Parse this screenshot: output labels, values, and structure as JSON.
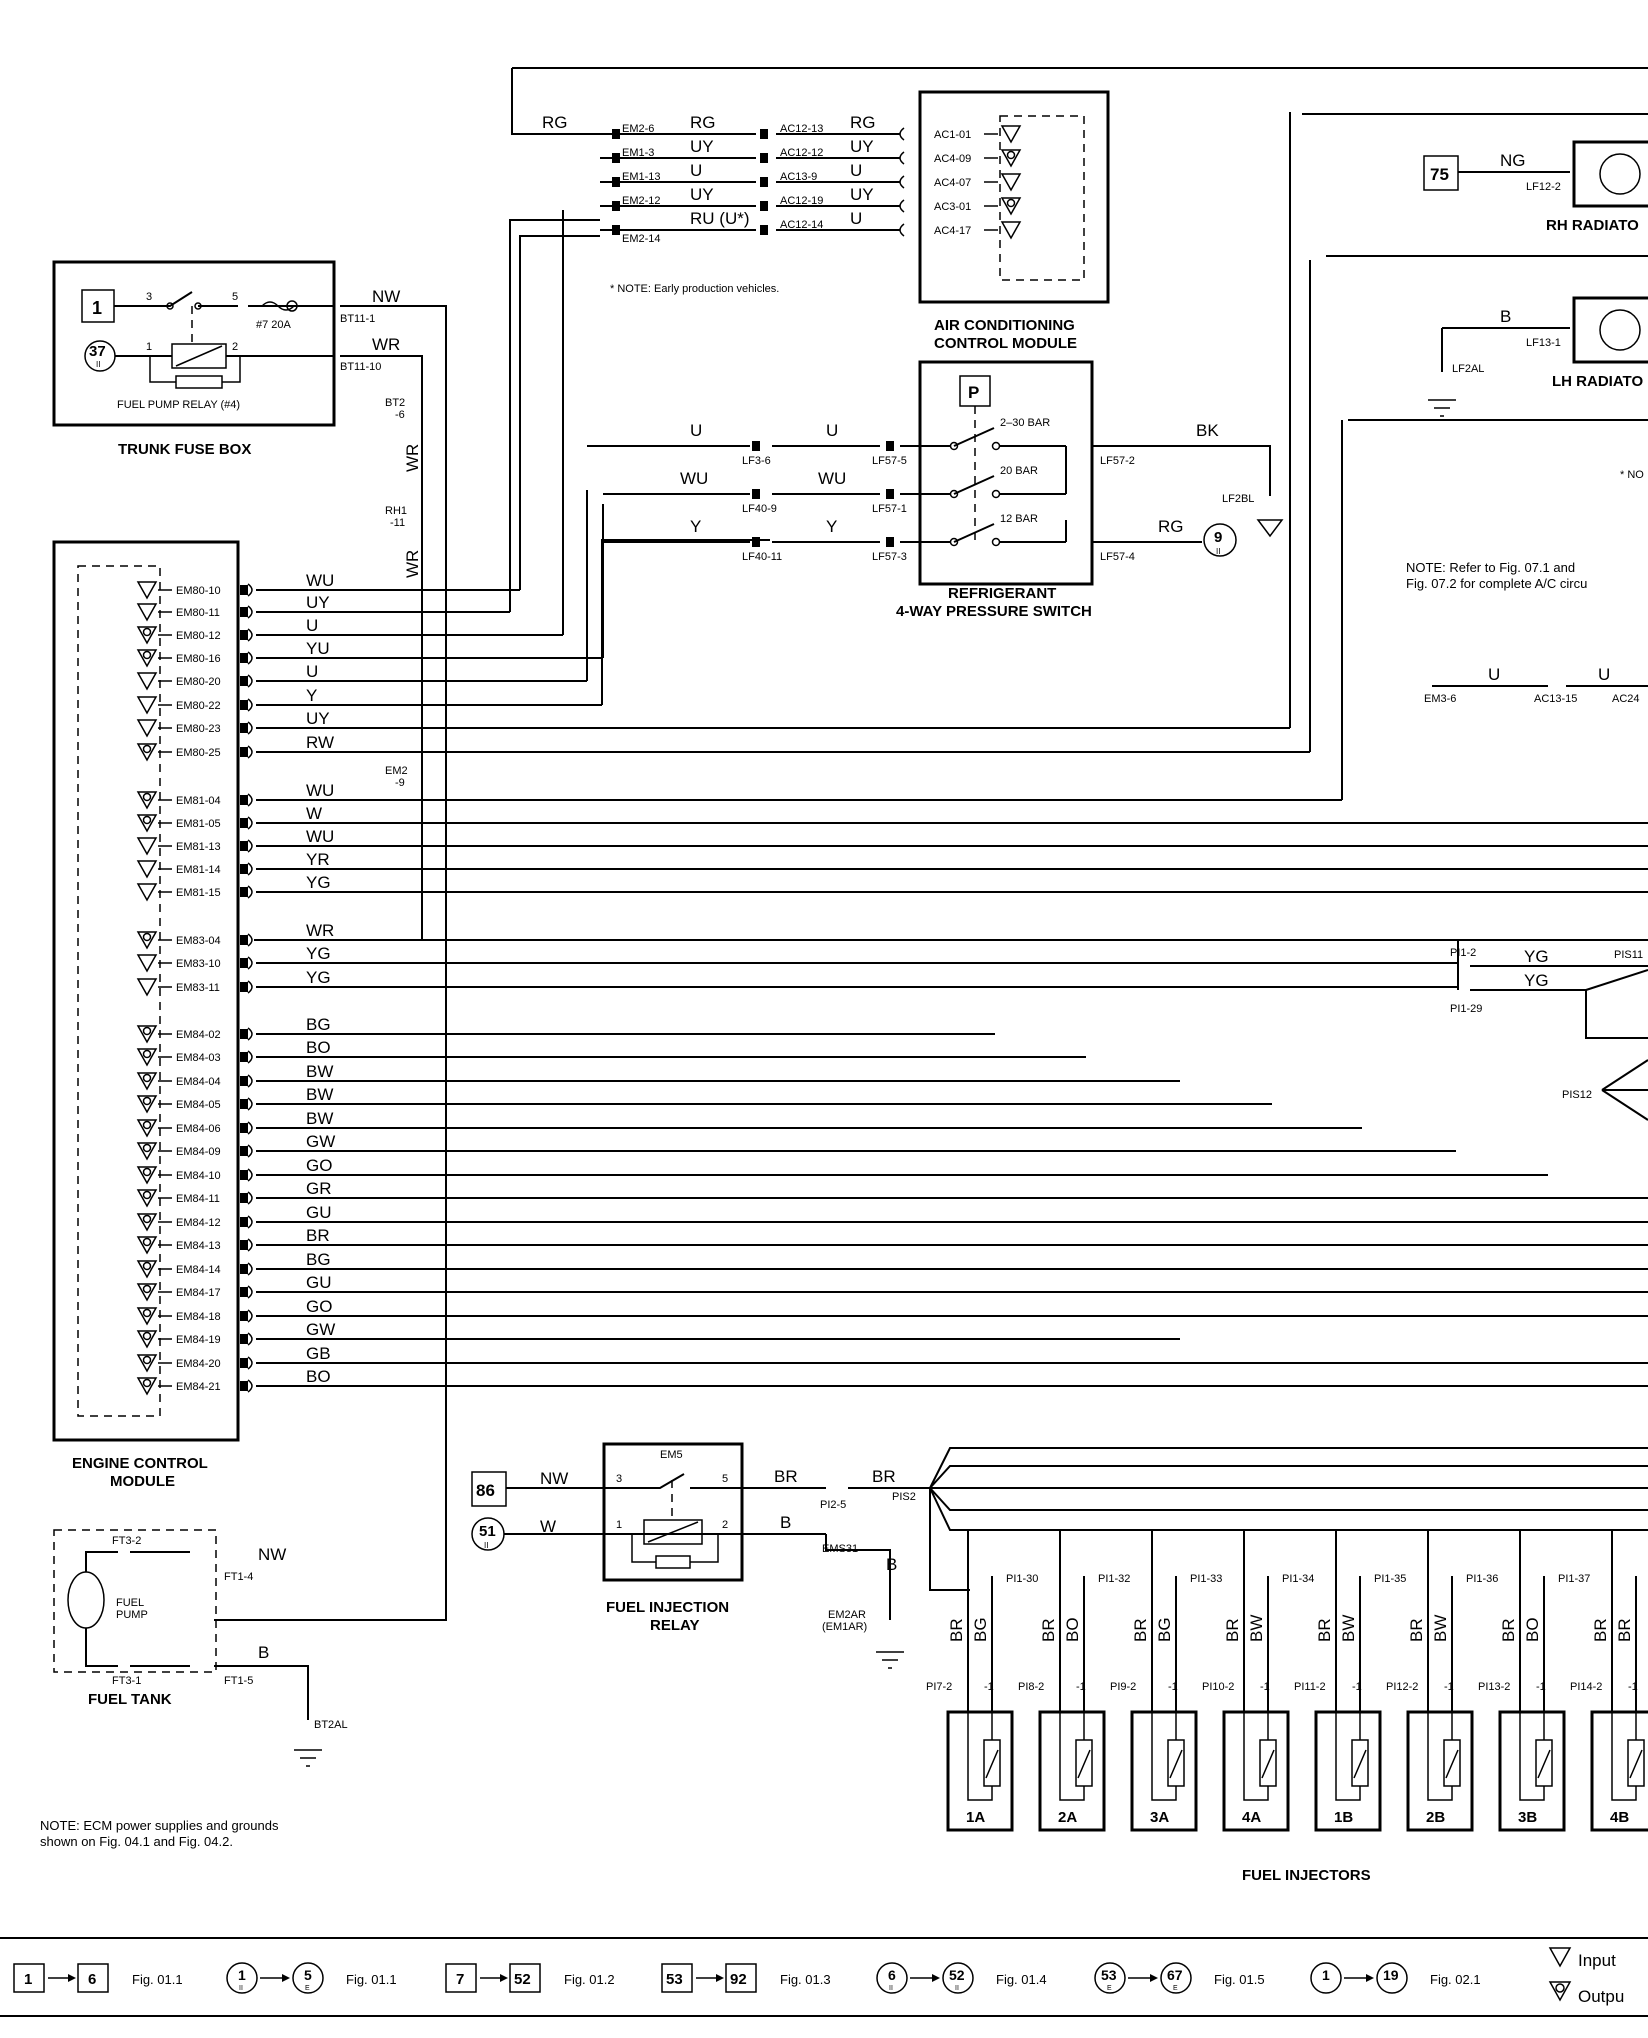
{
  "ecm": {
    "title": "ENGINE CONTROL\nMODULE",
    "pins": [
      {
        "pin": "EM80-10",
        "wire": "WU",
        "io": "in"
      },
      {
        "pin": "EM80-11",
        "wire": "UY",
        "io": "in"
      },
      {
        "pin": "EM80-12",
        "wire": "U",
        "io": "out"
      },
      {
        "pin": "EM80-16",
        "wire": "YU",
        "io": "out"
      },
      {
        "pin": "EM80-20",
        "wire": "U",
        "io": "in"
      },
      {
        "pin": "EM80-22",
        "wire": "Y",
        "io": "in"
      },
      {
        "pin": "EM80-23",
        "wire": "UY",
        "io": "in"
      },
      {
        "pin": "EM80-25",
        "wire": "RW",
        "io": "out"
      },
      {
        "pin": "EM81-04",
        "wire": "WU",
        "io": "out"
      },
      {
        "pin": "EM81-05",
        "wire": "W",
        "io": "out"
      },
      {
        "pin": "EM81-13",
        "wire": "WU",
        "io": "in"
      },
      {
        "pin": "EM81-14",
        "wire": "YR",
        "io": "in"
      },
      {
        "pin": "EM81-15",
        "wire": "YG",
        "io": "in"
      },
      {
        "pin": "EM83-04",
        "wire": "WR",
        "io": "out"
      },
      {
        "pin": "EM83-10",
        "wire": "YG",
        "io": "in"
      },
      {
        "pin": "EM83-11",
        "wire": "YG",
        "io": "in"
      },
      {
        "pin": "EM84-02",
        "wire": "BG",
        "io": "out"
      },
      {
        "pin": "EM84-03",
        "wire": "BO",
        "io": "out"
      },
      {
        "pin": "EM84-04",
        "wire": "BW",
        "io": "out"
      },
      {
        "pin": "EM84-05",
        "wire": "BW",
        "io": "out"
      },
      {
        "pin": "EM84-06",
        "wire": "BW",
        "io": "out"
      },
      {
        "pin": "EM84-09",
        "wire": "GW",
        "io": "out"
      },
      {
        "pin": "EM84-10",
        "wire": "GO",
        "io": "out"
      },
      {
        "pin": "EM84-11",
        "wire": "GR",
        "io": "out"
      },
      {
        "pin": "EM84-12",
        "wire": "GU",
        "io": "out"
      },
      {
        "pin": "EM84-13",
        "wire": "BR",
        "io": "out"
      },
      {
        "pin": "EM84-14",
        "wire": "BG",
        "io": "out"
      },
      {
        "pin": "EM84-17",
        "wire": "GU",
        "io": "out"
      },
      {
        "pin": "EM84-18",
        "wire": "GO",
        "io": "out"
      },
      {
        "pin": "EM84-19",
        "wire": "GW",
        "io": "out"
      },
      {
        "pin": "EM84-20",
        "wire": "GB",
        "io": "out"
      },
      {
        "pin": "EM84-21",
        "wire": "BO",
        "io": "out"
      }
    ]
  },
  "trunk_fuse_box": {
    "title": "TRUNK FUSE BOX",
    "relay_label": "FUEL PUMP RELAY (#4)",
    "fuse_label": "#7 20A",
    "ref_1": "1",
    "ref_37": "37",
    "ref_37_sub": "II",
    "pin3": "3",
    "pin5": "5",
    "pin1": "1",
    "pin2": "2",
    "out1_pin": "BT11-1",
    "out1_wire": "NW",
    "out2_pin": "BT11-10",
    "out2_wire": "WR",
    "bt2": "BT2\n-6",
    "rh1": "RH1\n-11",
    "em2": "EM2\n-9",
    "wr_a": "WR",
    "wr_b": "WR"
  },
  "ac_module": {
    "title": "AIR CONDITIONING\nCONTROL MODULE",
    "note": "* NOTE: Early production vehicles.",
    "rows": [
      {
        "left": "RG",
        "em": "EM2-6",
        "c1": "RG",
        "ac": "AC12-13",
        "c2": "RG",
        "acm": "AC1-01",
        "io": "in"
      },
      {
        "left": "",
        "em": "EM1-3",
        "c1": "UY",
        "ac": "AC12-12",
        "c2": "UY",
        "acm": "AC4-09",
        "io": "out"
      },
      {
        "left": "",
        "em": "EM1-13",
        "c1": "U",
        "ac": "AC13-9",
        "c2": "U",
        "acm": "AC4-07",
        "io": "in"
      },
      {
        "left": "",
        "em": "EM2-12",
        "c1": "UY",
        "ac": "AC12-19",
        "c2": "UY",
        "acm": "AC3-01",
        "io": "out"
      },
      {
        "left": "",
        "em": "EM2-14",
        "c1": "RU (U*)",
        "ac": "AC12-14",
        "c2": "U",
        "acm": "AC4-17",
        "io": "in"
      }
    ]
  },
  "pressure_switch": {
    "title": "REFRIGERANT\n4-WAY PRESSURE SWITCH",
    "p": "P",
    "rows": [
      {
        "w1": "U",
        "c1": "LF3-6",
        "w2": "U",
        "c2": "LF57-5",
        "sw": "2–30 BAR",
        "out": "LF57-2",
        "ow": "BK"
      },
      {
        "w1": "WU",
        "c1": "LF40-9",
        "w2": "WU",
        "c2": "LF57-1",
        "sw": "20 BAR",
        "out": "",
        "ow": ""
      },
      {
        "w1": "Y",
        "c1": "LF40-11",
        "w2": "Y",
        "c2": "LF57-3",
        "sw": "12 BAR",
        "out": "LF57-4",
        "ow": "RG"
      }
    ],
    "ground": "LF2BL",
    "ref9": "9",
    "ref9_sub": "II"
  },
  "radiator": {
    "rh_title": "RH RADIATO",
    "lh_title": "LH RADIATO",
    "ref75": "75",
    "rh_wire": "NG",
    "rh_pin": "LF12-2",
    "lh_wire": "B",
    "lh_pin": "LF13-1",
    "ground": "LF2AL",
    "note_cut": "* NO"
  },
  "ac_note": "NOTE:  Refer to Fig. 07.1 and\nFig. 07.2 for complete A/C circu",
  "right_conn": {
    "p1": "EM3-6",
    "w1": "U",
    "p2": "AC13-15",
    "w2": "U",
    "p3": "AC24"
  },
  "pi_conn": {
    "p1": "PI1-2",
    "w1": "YG",
    "p2": "PI1-29",
    "w2": "YG",
    "pis11": "PIS11",
    "pis12": "PIS12"
  },
  "fuel_relay": {
    "title": "FUEL INJECTION\nRELAY",
    "em5": "EM5",
    "ref86": "86",
    "ref51": "51",
    "ref51_sub": "II",
    "nw": "NW",
    "w": "W",
    "p3": "3",
    "p5": "5",
    "p1": "1",
    "p2": "2",
    "br1": "BR",
    "br2": "BR",
    "pi2": "PI2-5",
    "pis2": "PIS2",
    "b1": "B",
    "ems31": "EMS31",
    "b2": "B",
    "em2ar": "EM2AR\n(EM1AR)"
  },
  "fuel_tank": {
    "title": "FUEL TANK",
    "pump": "FUEL\nPUMP",
    "ft32": "FT3-2",
    "ft31": "FT3-1",
    "ft14": "FT1-4",
    "ft15": "FT1-5",
    "nw": "NW",
    "b": "B",
    "bt2al": "BT2AL"
  },
  "injectors": {
    "title": "FUEL INJECTORS",
    "items": [
      {
        "name": "1A",
        "pi": "PI1-30",
        "pin2": "PI7-2",
        "sig": "BG"
      },
      {
        "name": "2A",
        "pi": "PI1-32",
        "pin2": "PI8-2",
        "sig": "BO"
      },
      {
        "name": "3A",
        "pi": "PI1-33",
        "pin2": "PI9-2",
        "sig": "BG"
      },
      {
        "name": "4A",
        "pi": "PI1-34",
        "pin2": "PI10-2",
        "sig": "BW"
      },
      {
        "name": "1B",
        "pi": "PI1-35",
        "pin2": "PI11-2",
        "sig": "BW"
      },
      {
        "name": "2B",
        "pi": "PI1-36",
        "pin2": "PI12-2",
        "sig": "BW"
      },
      {
        "name": "3B",
        "pi": "PI1-37",
        "pin2": "PI13-2",
        "sig": "BO"
      },
      {
        "name": "4B",
        "pi": "",
        "pin2": "PI14-2",
        "sig": "BR"
      }
    ],
    "br": "BR",
    "m1": "-1"
  },
  "ecm_note": "NOTE: ECM power supplies and grounds\nshown on Fig. 04.1 and Fig. 04.2.",
  "legend": {
    "items": [
      {
        "a": "1",
        "b": "6",
        "shape": "sq",
        "fig": "Fig. 01.1"
      },
      {
        "a": "1",
        "b": "5",
        "sub_a": "II",
        "sub_b": "E",
        "shape": "circ",
        "fig": "Fig. 01.1"
      },
      {
        "a": "7",
        "b": "52",
        "shape": "sq",
        "fig": "Fig. 01.2"
      },
      {
        "a": "53",
        "b": "92",
        "shape": "sq",
        "fig": "Fig. 01.3"
      },
      {
        "a": "6",
        "b": "52",
        "sub_a": "II",
        "sub_b": "II",
        "shape": "circ",
        "fig": "Fig. 01.4"
      },
      {
        "a": "53",
        "b": "67",
        "sub_a": "E",
        "sub_b": "E",
        "shape": "circ",
        "fig": "Fig. 01.5"
      },
      {
        "a": "1",
        "b": "19",
        "sub_a": "",
        "sub_b": "",
        "shape": "circ",
        "fig": "Fig. 02.1"
      }
    ],
    "input": "Input",
    "output": "Outpu"
  }
}
